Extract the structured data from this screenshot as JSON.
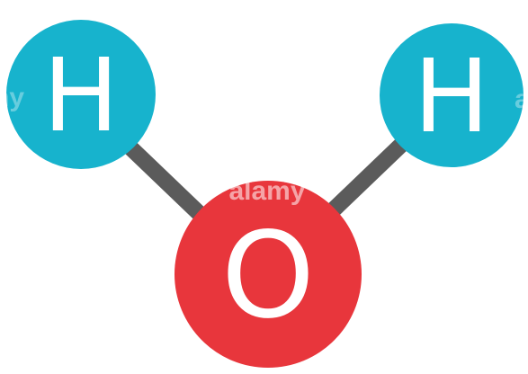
{
  "molecule": {
    "atoms": [
      {
        "symbol": "H",
        "element": "hydrogen",
        "color": "#17b3cd"
      },
      {
        "symbol": "O",
        "element": "oxygen",
        "color": "#e8363c"
      },
      {
        "symbol": "H",
        "element": "hydrogen",
        "color": "#17b3cd"
      }
    ],
    "bond_color": "#5b5b5b"
  },
  "watermark": {
    "text": "alamy"
  }
}
